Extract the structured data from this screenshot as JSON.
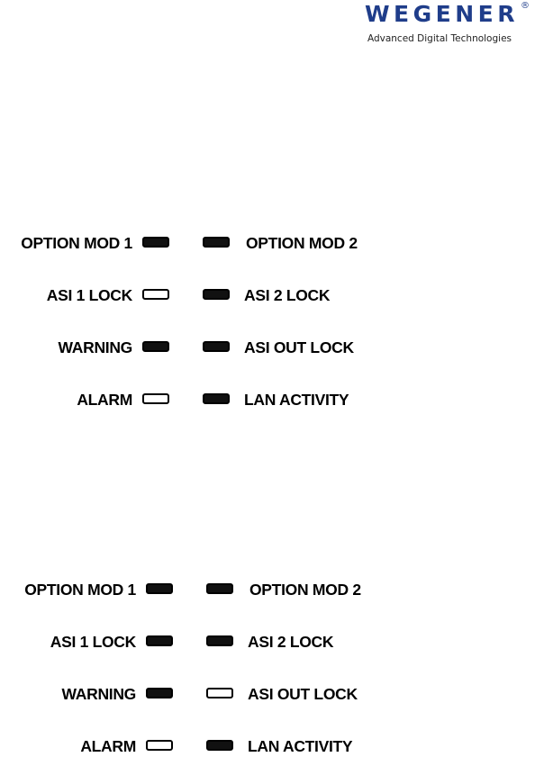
{
  "logo": {
    "name": "WEGENER",
    "registered_mark": "®",
    "tagline": "Advanced Digital Technologies"
  },
  "panels": [
    {
      "rows": [
        {
          "left_label": "OPTION MOD 1",
          "left_led": "on",
          "right_led": "on",
          "right_label": "OPTION MOD 2"
        },
        {
          "left_label": "ASI 1 LOCK",
          "left_led": "off",
          "right_led": "on",
          "right_label": "ASI 2 LOCK"
        },
        {
          "left_label": "WARNING",
          "left_led": "on",
          "right_led": "on",
          "right_label": "ASI OUT LOCK"
        },
        {
          "left_label": "ALARM",
          "left_led": "off",
          "right_led": "on",
          "right_label": "LAN ACTIVITY"
        }
      ]
    },
    {
      "rows": [
        {
          "left_label": "OPTION MOD 1",
          "left_led": "on",
          "right_led": "on",
          "right_label": "OPTION MOD 2"
        },
        {
          "left_label": "ASI 1 LOCK",
          "left_led": "on",
          "right_led": "on",
          "right_label": "ASI 2 LOCK"
        },
        {
          "left_label": "WARNING",
          "left_led": "on",
          "right_led": "off",
          "right_label": "ASI OUT LOCK"
        },
        {
          "left_label": "ALARM",
          "left_led": "off",
          "right_led": "on",
          "right_label": "LAN ACTIVITY"
        }
      ]
    }
  ],
  "colors": {
    "brand": "#1f3d8a",
    "led_lit": "#111111",
    "led_unlit": "#ffffff",
    "text": "#000000"
  }
}
